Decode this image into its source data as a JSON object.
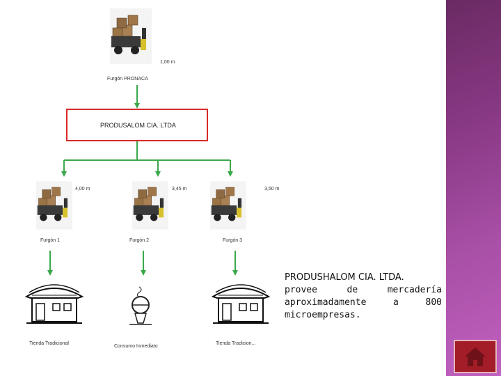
{
  "top_truck": {
    "label": "Furgón PRONACA",
    "distance": "1,00 m"
  },
  "main_box_label": "PRODUSALOM CIA. LTDA",
  "trucks": [
    {
      "label": "Furgón 1",
      "distance": "4,00 m"
    },
    {
      "label": "Furgón 2",
      "distance": "3,45 m"
    },
    {
      "label": "Furgón 3",
      "distance": "3,50 m"
    }
  ],
  "destinations": [
    {
      "label": "Tienda Tradicional"
    },
    {
      "label": "Consumo Inmediato"
    },
    {
      "label": "Tienda Tradicion..."
    }
  ],
  "text": {
    "title": "PRODUSHALOM CIA. LTDA.",
    "line1": [
      "provee",
      "de",
      "mercadería"
    ],
    "line2": [
      "aproximadamente",
      "a",
      "800"
    ],
    "line3": "microempresas."
  },
  "colors": {
    "arrow": "#3aa84a",
    "box_border": "#d92a2a",
    "sidebar": "#8a3a86",
    "home_button": "#a21d28"
  },
  "icons": {
    "home": "home-icon",
    "truck": "delivery-truck-icon",
    "store": "store-icon",
    "food": "food-cart-icon"
  }
}
